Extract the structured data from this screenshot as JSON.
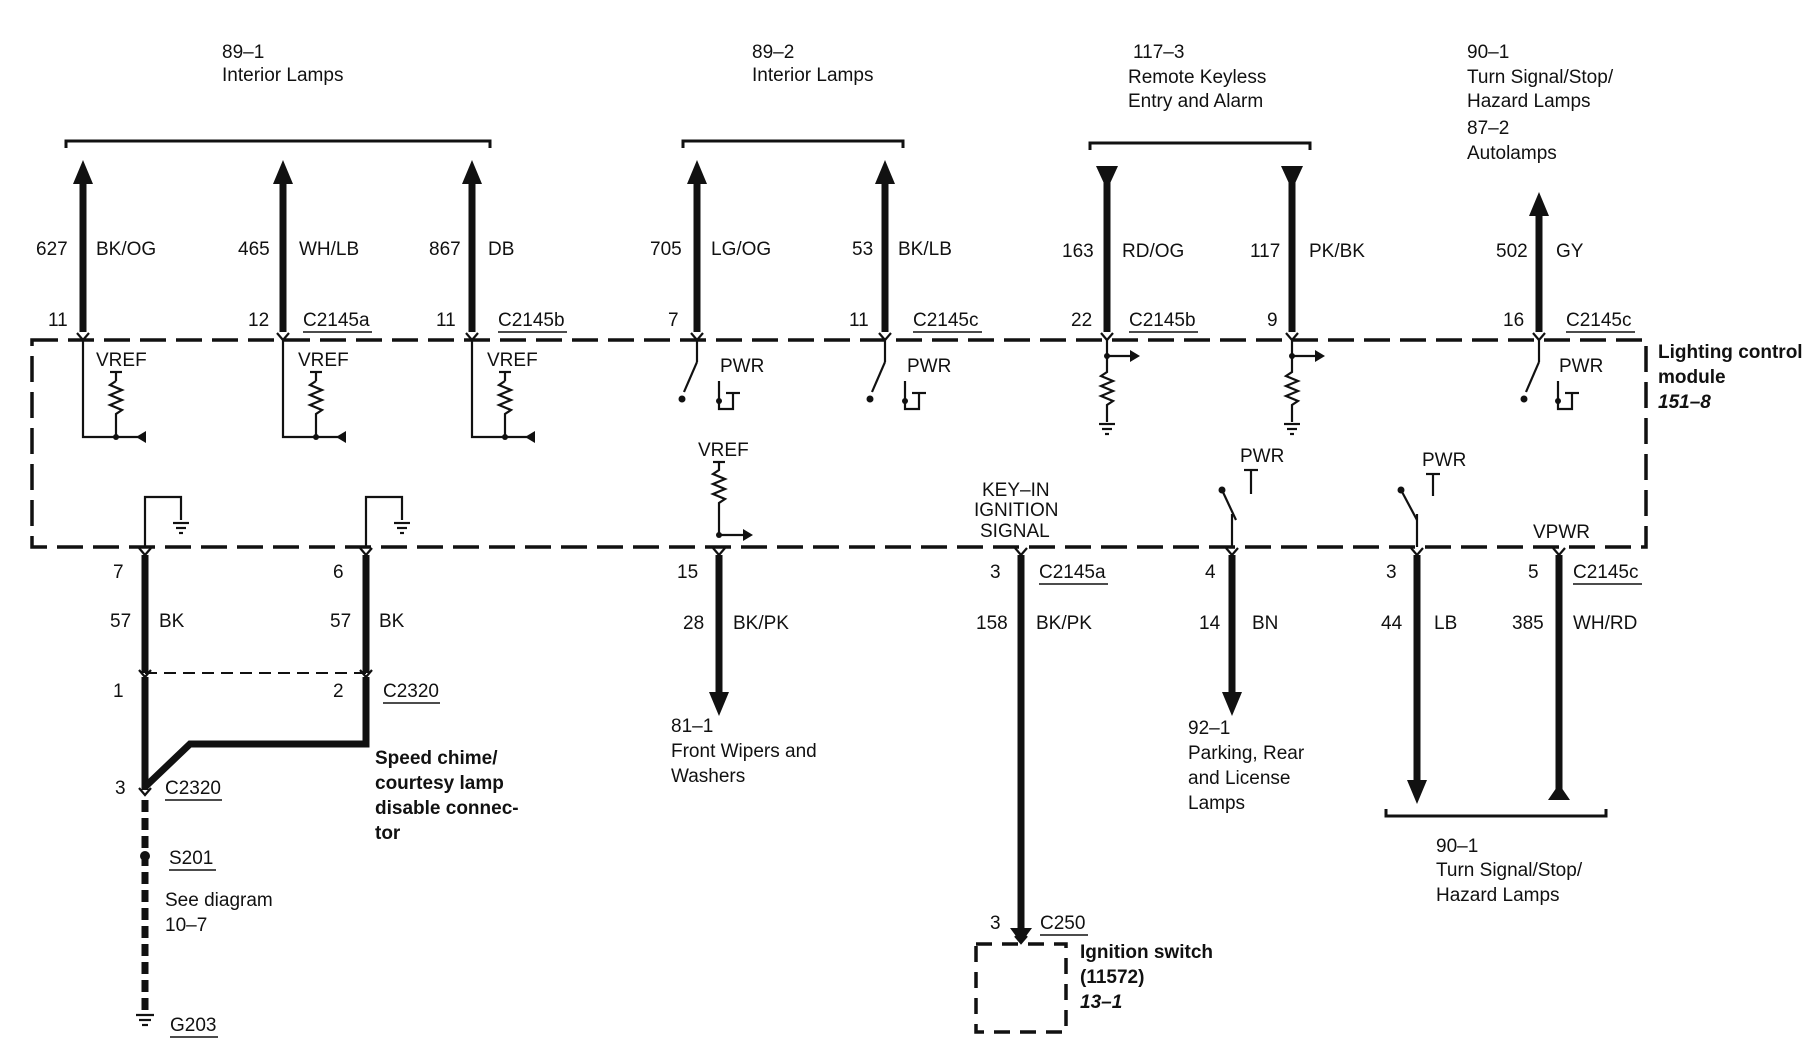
{
  "module": {
    "name_line1": "Lighting control",
    "name_line2": "module",
    "page_ref": "151–8"
  },
  "destinations": {
    "interior_lamps_1": {
      "ref": "89–1",
      "name": "Interior Lamps"
    },
    "interior_lamps_2": {
      "ref": "89–2",
      "name": "Interior Lamps"
    },
    "keyless": {
      "ref": "117–3",
      "name_line1": "Remote Keyless",
      "name_line2": "Entry and Alarm"
    },
    "turn_top": {
      "ref": "90–1",
      "name_line1": "Turn Signal/Stop/",
      "name_line2": "Hazard Lamps"
    },
    "autolamps": {
      "ref": "87–2",
      "name": "Autolamps"
    },
    "wipers": {
      "ref": "81–1",
      "name_line1": "Front Wipers and",
      "name_line2": "Washers"
    },
    "parking": {
      "ref": "92–1",
      "name_line1": "Parking, Rear",
      "name_line2": "and License",
      "name_line3": "Lamps"
    },
    "turn_bottom": {
      "ref": "90–1",
      "name_line1": "Turn Signal/Stop/",
      "name_line2": "Hazard Lamps"
    }
  },
  "top_circuits": [
    {
      "circuit": "627",
      "color": "BK/OG",
      "pin": "11",
      "connector": ""
    },
    {
      "circuit": "465",
      "color": "WH/LB",
      "pin": "12",
      "connector": "C2145a"
    },
    {
      "circuit": "867",
      "color": "DB",
      "pin": "11",
      "connector": "C2145b"
    },
    {
      "circuit": "705",
      "color": "LG/OG",
      "pin": "7",
      "connector": ""
    },
    {
      "circuit": "53",
      "color": "BK/LB",
      "pin": "11",
      "connector": "C2145c"
    },
    {
      "circuit": "163",
      "color": "RD/OG",
      "pin": "22",
      "connector": "C2145b"
    },
    {
      "circuit": "117",
      "color": "PK/BK",
      "pin": "9",
      "connector": ""
    },
    {
      "circuit": "502",
      "color": "GY",
      "pin": "16",
      "connector": "C2145c"
    }
  ],
  "bottom_circuits": [
    {
      "circuit": "57",
      "color": "BK",
      "pin": "7",
      "connector": ""
    },
    {
      "circuit": "57",
      "color": "BK",
      "pin": "6",
      "connector": ""
    },
    {
      "circuit": "28",
      "color": "BK/PK",
      "pin": "15",
      "connector": ""
    },
    {
      "circuit": "158",
      "color": "BK/PK",
      "pin": "3",
      "connector": "C2145a"
    },
    {
      "circuit": "14",
      "color": "BN",
      "pin": "4",
      "connector": ""
    },
    {
      "circuit": "44",
      "color": "LB",
      "pin": "3",
      "connector": ""
    },
    {
      "circuit": "385",
      "color": "WH/RD",
      "pin": "5",
      "connector": "C2145c"
    }
  ],
  "internal_labels": {
    "vref": "VREF",
    "pwr": "PWR",
    "vpwr": "VPWR",
    "key_in_line1": "KEY–IN",
    "key_in_line2": "IGNITION",
    "key_in_line3": "SIGNAL"
  },
  "disable_connector": {
    "pin_left": "1",
    "pin_right": "2",
    "connector": "C2320",
    "pin_bottom": "3",
    "connector_bottom": "C2320",
    "name_line1": "Speed chime/",
    "name_line2": "courtesy lamp",
    "name_line3": "disable connec-",
    "name_line4": "tor"
  },
  "ground_path": {
    "splice": "S201",
    "see_line1": "See diagram",
    "see_line2": "10–7",
    "ground": "G203"
  },
  "ignition_switch": {
    "pin": "3",
    "connector": "C250",
    "name_line1": "Ignition switch",
    "name_line2": "(11572)",
    "page_ref": "13–1"
  }
}
